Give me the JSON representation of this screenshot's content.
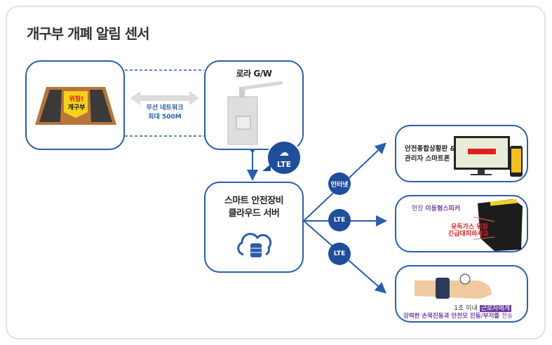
{
  "title": "개구부 개폐 알림 센서",
  "sensor": {
    "sign_line1": "위험!",
    "sign_line2": "개구부"
  },
  "link": {
    "line1": "무선 네트워크",
    "line2": "최대 500M"
  },
  "gateway": {
    "title": "로라 G/W",
    "badge": "LTE"
  },
  "server": {
    "line1": "스마트 안전장비",
    "line2": "클라우드 서버"
  },
  "channels": [
    "인터넷",
    "LTE",
    "LTE"
  ],
  "outputs": {
    "dashboard": {
      "line1": "안전종합상황판 &",
      "line2": "관리자 스마트폰"
    },
    "speaker": {
      "label_prefix": "현장 ",
      "label_highlight": "이동형스피커",
      "alert1": "유독가스 위험",
      "alert2": "긴급대피하세요"
    },
    "wearable": {
      "line1_prefix": "1초 이내 ",
      "line1_highlight": "근로자에게",
      "line2_a": "강력한 손목진동과 안전모 진동/부저를 ",
      "line2_b": "전송"
    }
  },
  "colors": {
    "accent": "#2a5ea8",
    "circle": "#1f4e9a",
    "purple": "#6b3fa0",
    "alert": "#e02020"
  }
}
